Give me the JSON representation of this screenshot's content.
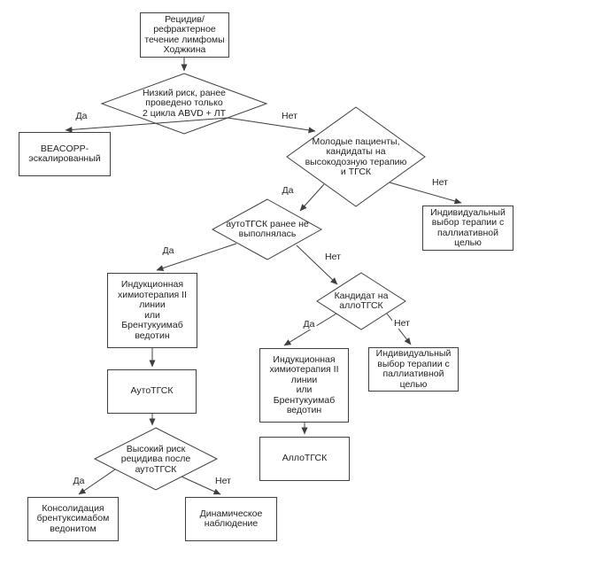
{
  "meta": {
    "diagram_type": "flowchart",
    "stroke_color": "#3f3f3f",
    "fill_color": "#ffffff",
    "text_color": "#1f1f1f"
  },
  "nodes": {
    "start": "Рецидив/\nрефрактерное\nтечение лимфомы\nХоджкина",
    "d_low_risk": "Низкий риск, ранее\nпроведено только\n2 цикла ABVD + ЛТ",
    "beacopp": "BEACOPP-\nэскалированный",
    "d_young_candidates": "Молодые пациенты,\nкандидаты на\nвысокодозную терапию\nи ТГСК",
    "indiv_palliative_1": "Индивидуальный\nвыбор терапии с\nпаллиативной\nцелью",
    "d_auto_not_done": "аутоТГСК ранее не\nвыполнялась",
    "induction_left": "Индукционная\nхимиотерапия II\nлинии\nили\nБрентукуимаб\nведотин",
    "auto_tgsk": "АутоТГСК",
    "d_high_risk_relapse": "Высокий риск\nрецидива после\nаутоТГСК",
    "consolidation": "Консолидация\nбрентуксимабом\nведонитом",
    "observation": "Динамическое\nнаблюдение",
    "d_allo_candidate": "Кандидат на\nаллоТГСК",
    "induction_right": "Индукционная\nхимиотерапия II\nлинии\nили\nБрентукуимаб\nведотин",
    "indiv_palliative_2": "Индивидуальный\nвыбор терапии с\nпаллиативной\nцелью",
    "allo_tgsk": "АллоТГСК"
  },
  "edge_labels": {
    "d1_yes": "Да",
    "d1_no": "Нет",
    "d2_yes": "Да",
    "d2_no": "Нет",
    "d3_yes": "Да",
    "d3_no": "Нет",
    "d4_yes": "Да",
    "d4_no": "Нет",
    "d5_yes": "Да",
    "d5_no": "Нет"
  }
}
